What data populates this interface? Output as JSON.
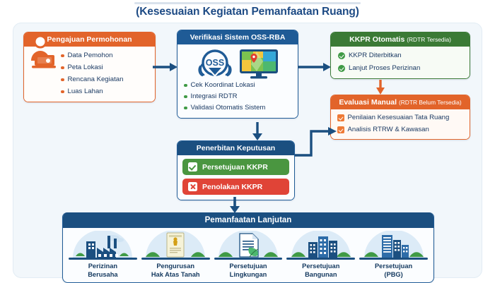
{
  "title": "(Kesesuaian Kegiatan Pemanfaatan Ruang)",
  "colors": {
    "orange": "#e2642a",
    "blue": "#1f5b96",
    "dark_blue": "#1b4f80",
    "green": "#3b7a35",
    "approve_green": "#4a9640",
    "reject_red": "#e04437",
    "panel_bg": "#f2f7fb"
  },
  "cards": {
    "application": {
      "header": "Pengajuan Permohonan",
      "icon": "person-laptop-icon",
      "items": [
        "Data Pemohon",
        "Peta Lokasi",
        "Rencana Kegiatan",
        "Luas Lahan"
      ]
    },
    "verification": {
      "header": "Verifikasi Sistem OSS-RBA",
      "logo_text": "OSS",
      "icons": [
        "oss-logo-icon",
        "map-monitor-icon"
      ],
      "items": [
        "Cek Koordinat Lokasi",
        "Integrasi RDTR",
        "Validasi Otomatis Sistem"
      ]
    },
    "automatic": {
      "header": "KKPR Otomatis",
      "header_note": "(RDTR Tersedia)",
      "items": [
        "KKPR Diterbitkan",
        "Lanjut Proses Perizinan"
      ]
    },
    "manual": {
      "header": "Evaluasi Manual",
      "header_note": "(RDTR Belum Tersedia)",
      "items": [
        "Penilaian Kesesuaian Tata Ruang",
        "Analisis RTRW & Kawasan"
      ]
    },
    "decision": {
      "header": "Penerbitan Keputusan",
      "approve": "Persetujuan KKPR",
      "reject": "Penolakan KKPR"
    }
  },
  "bottom": {
    "header": "Pemanfaatan Lanjutan",
    "items": [
      {
        "label_line1": "Perizinan",
        "label_line2": "Berusaha",
        "icon": "factory-icon"
      },
      {
        "label_line1": "Pengurusan",
        "label_line2": "Hak Atas Tanah",
        "icon": "certificate-icon"
      },
      {
        "label_line1": "Persetujuan",
        "label_line2": "Lingkungan",
        "icon": "document-leaf-icon"
      },
      {
        "label_line1": "Persetujuan",
        "label_line2": "Bangunan",
        "icon": "buildings-icon"
      },
      {
        "label_line1": "Persetujuan",
        "label_line2": "(PBG)",
        "icon": "tower-buildings-icon"
      }
    ]
  }
}
